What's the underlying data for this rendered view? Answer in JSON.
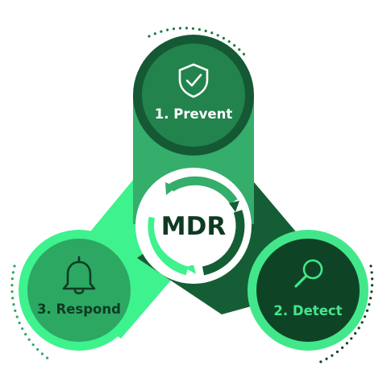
{
  "hub": {
    "label": "MDR"
  },
  "nodes": [
    {
      "label": "1. Prevent",
      "icon": "shield-check-icon"
    },
    {
      "label": "2. Detect",
      "icon": "magnifier-icon"
    },
    {
      "label": "3. Respond",
      "icon": "bell-icon"
    }
  ],
  "colors": {
    "prevent_band": "#35ad6b",
    "prevent_circle": "#22834d",
    "prevent_ring": "#155834",
    "detect_band": "#155e35",
    "detect_circle": "#0f4326",
    "detect_ring": "#43e78b",
    "respond_band": "#3ef28e",
    "respond_circle": "#2ca863",
    "respond_ring": "#3ef28e",
    "hub_ring": "#ffffff",
    "hub_inner": "#ffffff"
  }
}
